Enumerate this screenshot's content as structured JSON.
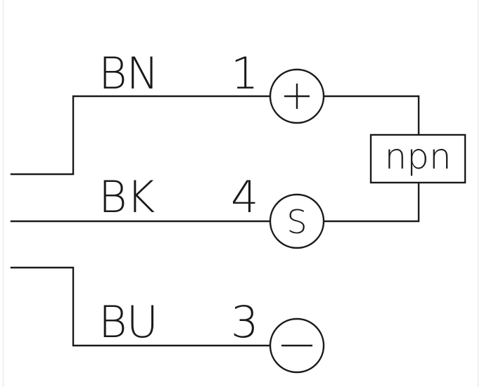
{
  "wires": [
    {
      "color_code": "BN",
      "pin": "1",
      "terminal_symbol": "+"
    },
    {
      "color_code": "BK",
      "pin": "4",
      "terminal_symbol": "S"
    },
    {
      "color_code": "BU",
      "pin": "3",
      "terminal_symbol": "−"
    }
  ],
  "output_type": "npn",
  "line_color": "#1a1a1a"
}
